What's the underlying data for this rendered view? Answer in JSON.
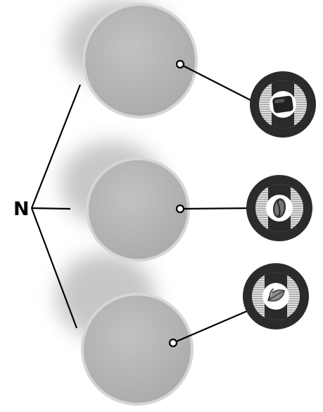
{
  "diagram": {
    "label": "N",
    "discs": [
      {
        "id": "disc-top",
        "inset_icon": "rounded-square-icon"
      },
      {
        "id": "disc-middle",
        "inset_icon": "coffee-bean-icon"
      },
      {
        "id": "disc-bottom",
        "inset_icon": "leaf-icon"
      }
    ]
  },
  "colors": {
    "disc_fill": "#b3b3b3",
    "disc_edge": "#d3d3d3",
    "inset_ring": "#2b2b2b",
    "inset_stripes": "#9a9a9a",
    "line": "#000000"
  }
}
